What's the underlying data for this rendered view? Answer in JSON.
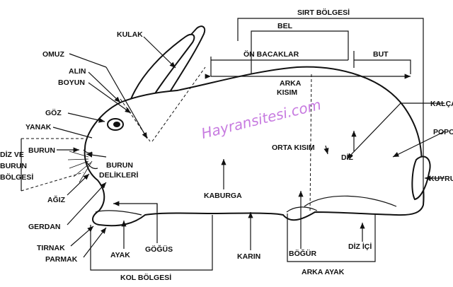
{
  "watermark": "Hayransitesi.com",
  "labels": {
    "sirt_bolgesi": "SIRT BÖLGESİ",
    "bel": "BEL",
    "on_bacaklar": "ÖN BACAKLAR",
    "but": "BUT",
    "arka_kisim_1": "ARKA",
    "arka_kisim_2": "KISIM",
    "kulak": "KULAK",
    "omuz": "OMUZ",
    "alin": "ALIN",
    "boyun": "BOYUN",
    "goz": "GÖZ",
    "yanak": "YANAK",
    "diz_ve_1": "DİZ VE",
    "diz_ve_2": "BURUN",
    "diz_ve_3": "BÖLGESİ",
    "burun": "BURUN",
    "burun_delikleri_1": "BURUN",
    "burun_delikleri_2": "DELİKLERİ",
    "agiz": "AĞIZ",
    "gerdan": "GERDAN",
    "tirnak": "TIRNAK",
    "parmak": "PARMAK",
    "ayak": "AYAK",
    "gogus": "GÖĞÜS",
    "kaburga": "KABURGA",
    "karin": "KARIN",
    "kol_bolgesi": "KOL BÖLGESİ",
    "orta_kisim": "ORTA KISIM",
    "diz": "DİZ",
    "bogur": "BÖĞÜR",
    "diz_ici": "DİZ İÇİ",
    "arka_ayak": "ARKA AYAK",
    "kalca": "KALÇA",
    "popo": "POPO",
    "kuyruk": "KUYRUK"
  }
}
